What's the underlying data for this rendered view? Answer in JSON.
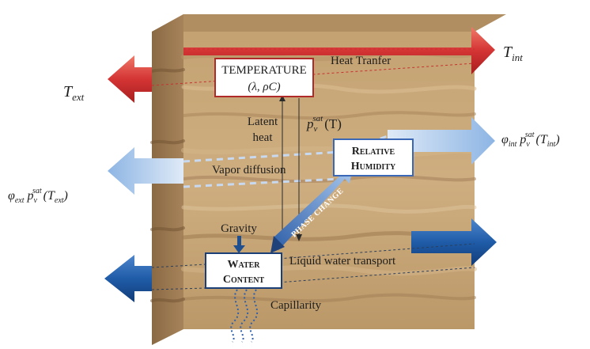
{
  "diagram": {
    "boxes": {
      "temperature": {
        "title": "TEMPERATURE",
        "formula": "(λ, ρC)"
      },
      "relative_humidity": {
        "line1": "Relative",
        "line2": "Humidity"
      },
      "water_content": {
        "line1": "Water",
        "line2": "Content"
      }
    },
    "labels": {
      "heat_transfer": "Heat Tranfer",
      "latent_heat_1": "Latent",
      "latent_heat_2": "heat",
      "vapor_diffusion": "Vapor diffusion",
      "gravity": "Gravity",
      "liquid_water_transport": "Liquid water transport",
      "capillarity": "Capillarity",
      "phase_change": "PHASE CHANGE"
    },
    "math": {
      "t_int": {
        "base": "T",
        "sub": "int"
      },
      "t_ext": {
        "base": "T",
        "sub": "ext"
      },
      "pv_sat_t": {
        "base": "p",
        "sub": "v",
        "sup": "sat",
        "arg": "(T)"
      },
      "phi_int": {
        "phi": "φ",
        "phi_sub": "int",
        "base": "p",
        "sub": "v",
        "sup": "sat",
        "arg_open": "(T",
        "arg_sub": "int",
        "arg_close": ")"
      },
      "phi_ext": {
        "phi": "φ",
        "phi_sub": "ext",
        "base": "p",
        "sub": "v",
        "sup": "sat",
        "arg_open": "(T",
        "arg_sub": "ext",
        "arg_close": ")"
      }
    },
    "colors": {
      "wall_front": "#c9a878",
      "wall_side": "#9c7a52",
      "wall_top": "#b08e62",
      "heat_arrow": "#d83a3a",
      "vapor_arrow": "#a8c8ec",
      "liquid_arrow": "#1f5ca8",
      "phase_arrow": "#5b8fd6",
      "temperature_border": "#b02a2a",
      "humidity_border": "#3a68b6",
      "water_border": "#1c3f78"
    }
  }
}
